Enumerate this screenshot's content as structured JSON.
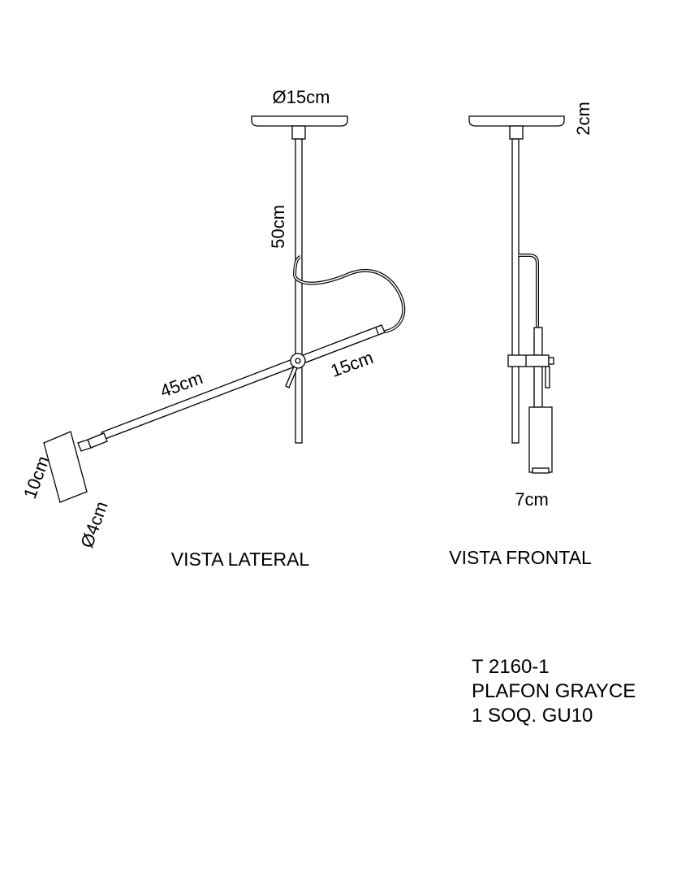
{
  "colors": {
    "line": "#000000",
    "background": "#ffffff"
  },
  "dimensions": {
    "canopy_diameter": "Ø15cm",
    "canopy_height": "2cm",
    "rod_length": "50cm",
    "arm_long": "45cm",
    "arm_short": "15cm",
    "head_length": "10cm",
    "head_diameter": "Ø4cm",
    "front_width": "7cm"
  },
  "views": {
    "lateral": "VISTA LATERAL",
    "frontal": "VISTA FRONTAL"
  },
  "product": {
    "code": "T 2160-1",
    "name": "PLAFON GRAYCE",
    "spec": "1 SOQ. GU10"
  }
}
